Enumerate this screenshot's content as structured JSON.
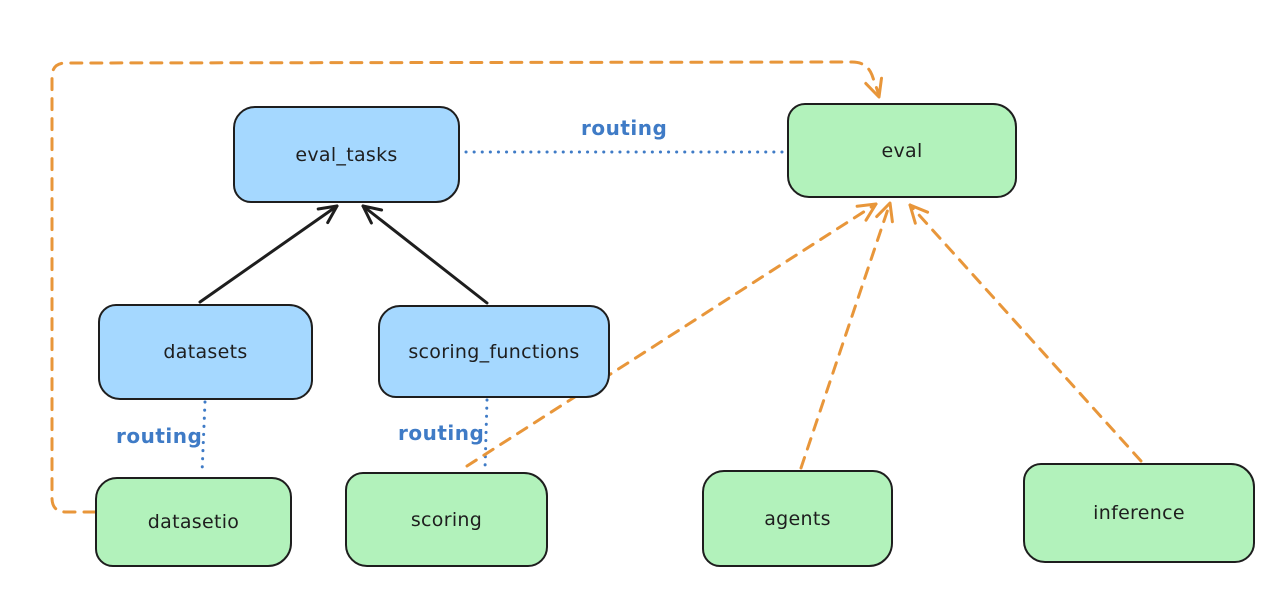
{
  "diagram": {
    "title": "llama-stack eval routing diagram",
    "nodes": {
      "eval_tasks": {
        "label": "eval_tasks",
        "fill": "#a5d8ff"
      },
      "eval": {
        "label": "eval",
        "fill": "#b2f2bb"
      },
      "datasets": {
        "label": "datasets",
        "fill": "#a5d8ff"
      },
      "scoring_functions": {
        "label": "scoring_functions",
        "fill": "#a5d8ff"
      },
      "datasetio": {
        "label": "datasetio",
        "fill": "#b2f2bb"
      },
      "scoring": {
        "label": "scoring",
        "fill": "#b2f2bb"
      },
      "agents": {
        "label": "agents",
        "fill": "#b2f2bb"
      },
      "inference": {
        "label": "inference",
        "fill": "#b2f2bb"
      }
    },
    "edge_labels": {
      "eval_tasks_eval": "routing",
      "datasets_datasetio": "routing",
      "scoring_functions_scoring": "routing"
    },
    "colors": {
      "box_blue_fill": "#a5d8ff",
      "box_green_fill": "#b2f2bb",
      "stroke_black": "#1e1e1e",
      "dashed_orange": "#e8963a",
      "routing_blue": "#3f7bc6",
      "background": "#ffffff"
    }
  }
}
